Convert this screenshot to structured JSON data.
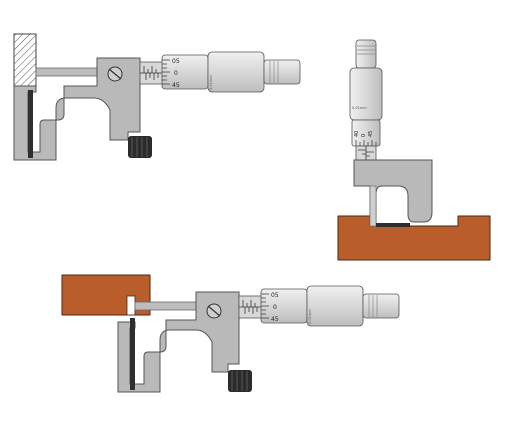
{
  "colors": {
    "background": "#ffffff",
    "frame": "#b9b9b9",
    "frame_dark": "#9c9c9c",
    "sleeve": "#d4d4d4",
    "thimble": "#e2e2e2",
    "knurl": "#2b2b2b",
    "workpiece": "#b95e2a",
    "outline": "#4a4a4a"
  },
  "micrometers": [
    {
      "id": "upper-left",
      "workpiece": "hatched-thin-wall",
      "scale_labels": [
        "05",
        "0",
        "45"
      ],
      "mark_text": "0.01mm"
    },
    {
      "id": "right-vertical",
      "workpiece": "slotted-block",
      "scale_labels": [
        "0",
        "45",
        "40"
      ],
      "mark_text": "0.01mm"
    },
    {
      "id": "lower",
      "workpiece": "copper-plate",
      "scale_labels": [
        "05",
        "0",
        "45"
      ],
      "mark_text": "0.01mm"
    }
  ]
}
